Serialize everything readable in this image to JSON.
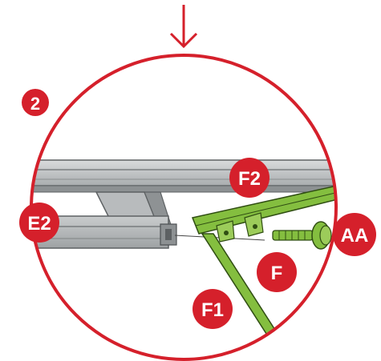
{
  "step": {
    "number": "2"
  },
  "labels": {
    "f2": "F2",
    "e2": "E2",
    "aa": "AA",
    "f": "F",
    "f1": "F1"
  },
  "colors": {
    "badge": "#d5202b",
    "circle_outline": "#d5202b",
    "arrow": "#d5202b",
    "rail_metal": "#bfc2c4",
    "rail_dark": "#7b7f82",
    "bracket_green": "#84be3f",
    "bracket_dark": "#2f4d12"
  },
  "icons": {
    "arrow": "down-arrow-icon",
    "screw": "screw-icon"
  }
}
